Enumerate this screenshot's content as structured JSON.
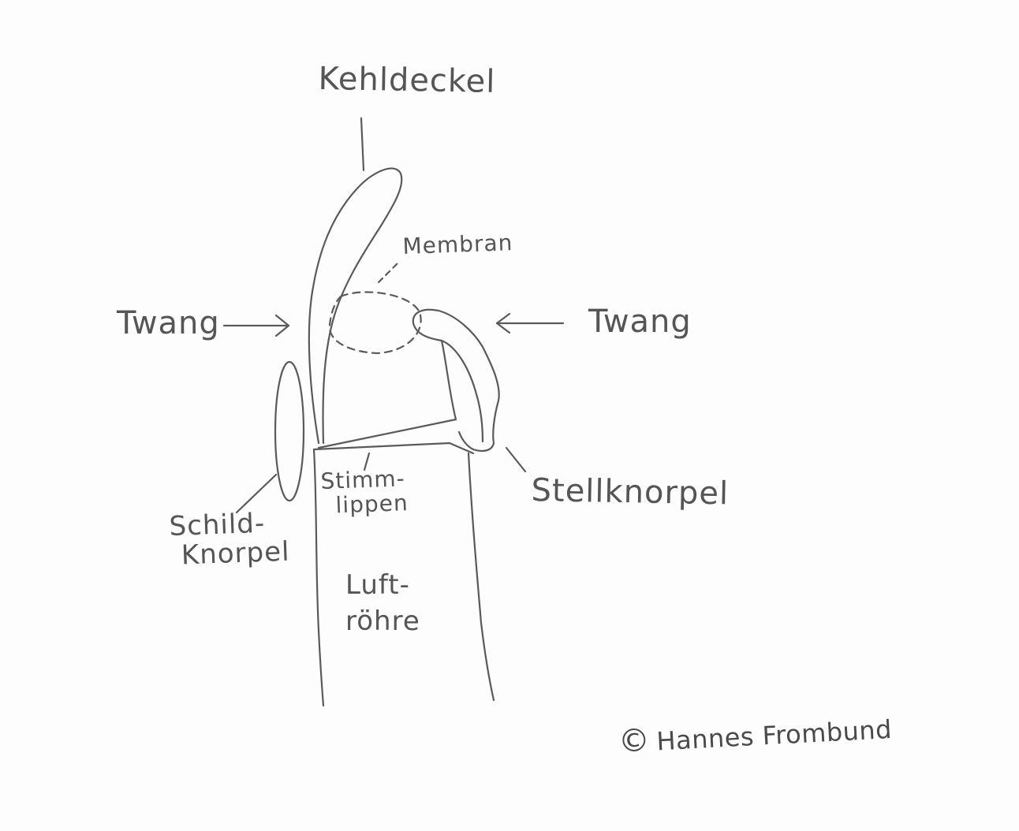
{
  "labels": {
    "kehldeckel": "Kehldeckel",
    "membran": "Membran",
    "twang_left": "Twang",
    "twang_right": "Twang",
    "schild_line1": "Schild-",
    "schild_line2": "Knorpel",
    "stimm_line1": "Stimm-",
    "stimm_line2": "lippen",
    "stellknorpel": "Stellknorpel",
    "luft_line1": "Luft-",
    "luft_line2": "röhre"
  },
  "signature": {
    "symbol": "©",
    "name": "Hannes Frombund"
  },
  "colors": {
    "pencil": "#555555",
    "paper": "#fdfdfd"
  }
}
